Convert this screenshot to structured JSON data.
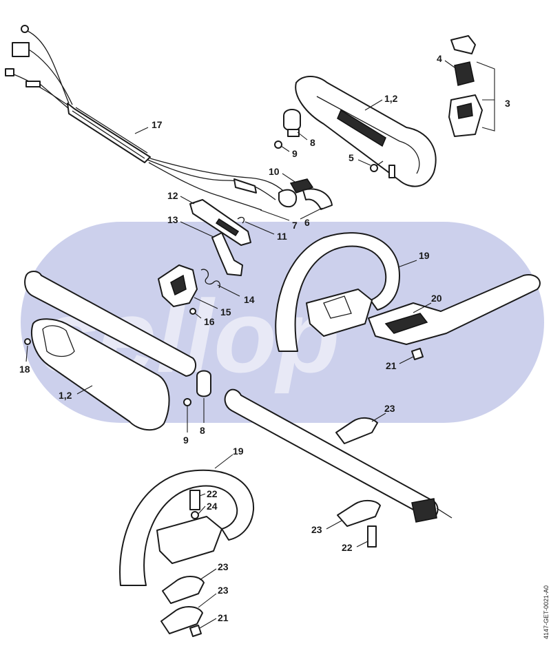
{
  "diagram": {
    "watermark": "sellop",
    "drawing_code": "4147-GET-0021-A0",
    "colors": {
      "watermark_band": "#ccd0ec",
      "line": "#1a1a1a",
      "background": "#ffffff"
    },
    "callouts": [
      {
        "id": "c1",
        "text": "17"
      },
      {
        "id": "c2",
        "text": "1,2"
      },
      {
        "id": "c3",
        "text": "4"
      },
      {
        "id": "c4",
        "text": "3"
      },
      {
        "id": "c5",
        "text": "8"
      },
      {
        "id": "c6",
        "text": "9"
      },
      {
        "id": "c7",
        "text": "5"
      },
      {
        "id": "c8",
        "text": "10"
      },
      {
        "id": "c9",
        "text": "12"
      },
      {
        "id": "c10",
        "text": "7"
      },
      {
        "id": "c11",
        "text": "6"
      },
      {
        "id": "c12",
        "text": "13"
      },
      {
        "id": "c13",
        "text": "11"
      },
      {
        "id": "c14",
        "text": "19"
      },
      {
        "id": "c15",
        "text": "14"
      },
      {
        "id": "c16",
        "text": "20"
      },
      {
        "id": "c17",
        "text": "15"
      },
      {
        "id": "c18",
        "text": "16"
      },
      {
        "id": "c19",
        "text": "18"
      },
      {
        "id": "c20",
        "text": "21"
      },
      {
        "id": "c21",
        "text": "1,2"
      },
      {
        "id": "c22",
        "text": "23"
      },
      {
        "id": "c23",
        "text": "9"
      },
      {
        "id": "c24",
        "text": "8"
      },
      {
        "id": "c25",
        "text": "19"
      },
      {
        "id": "c26",
        "text": "22"
      },
      {
        "id": "c27",
        "text": "24"
      },
      {
        "id": "c28",
        "text": "23"
      },
      {
        "id": "c29",
        "text": "22"
      },
      {
        "id": "c30",
        "text": "23"
      },
      {
        "id": "c31",
        "text": "23"
      },
      {
        "id": "c32",
        "text": "21"
      }
    ]
  }
}
